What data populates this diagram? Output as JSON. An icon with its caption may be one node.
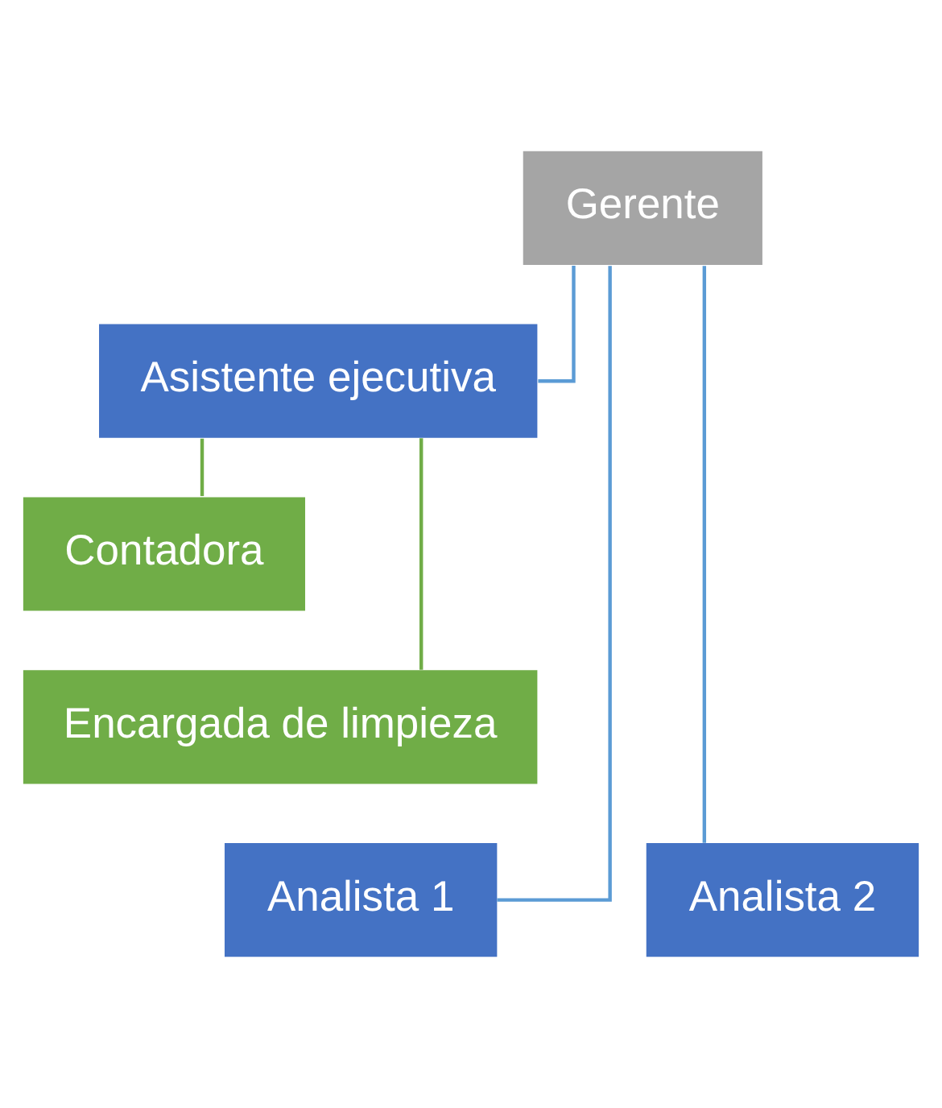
{
  "diagram": {
    "nodes": [
      {
        "text": [
          "Gerente"
        ]
      },
      {
        "text": [
          "Asistente ejecutiva"
        ]
      },
      {
        "text": [
          "Contadora"
        ]
      },
      {
        "text": [
          "Encargada de limpieza"
        ]
      },
      {
        "text": [
          "Analista 1"
        ]
      },
      {
        "text": [
          "Analista 2"
        ]
      }
    ],
    "edges": [
      {
        "from": 0,
        "to": 1,
        "arrow": "none"
      },
      {
        "from": 1,
        "to": 2,
        "arrow": "none",
        "color": "#70ad47"
      },
      {
        "from": 1,
        "to": 3,
        "arrow": "none",
        "color": "#70ad47"
      },
      {
        "from": 0,
        "to": 4,
        "arrow": "none"
      },
      {
        "from": 0,
        "to": 5,
        "arrow": "none"
      }
    ]
  }
}
